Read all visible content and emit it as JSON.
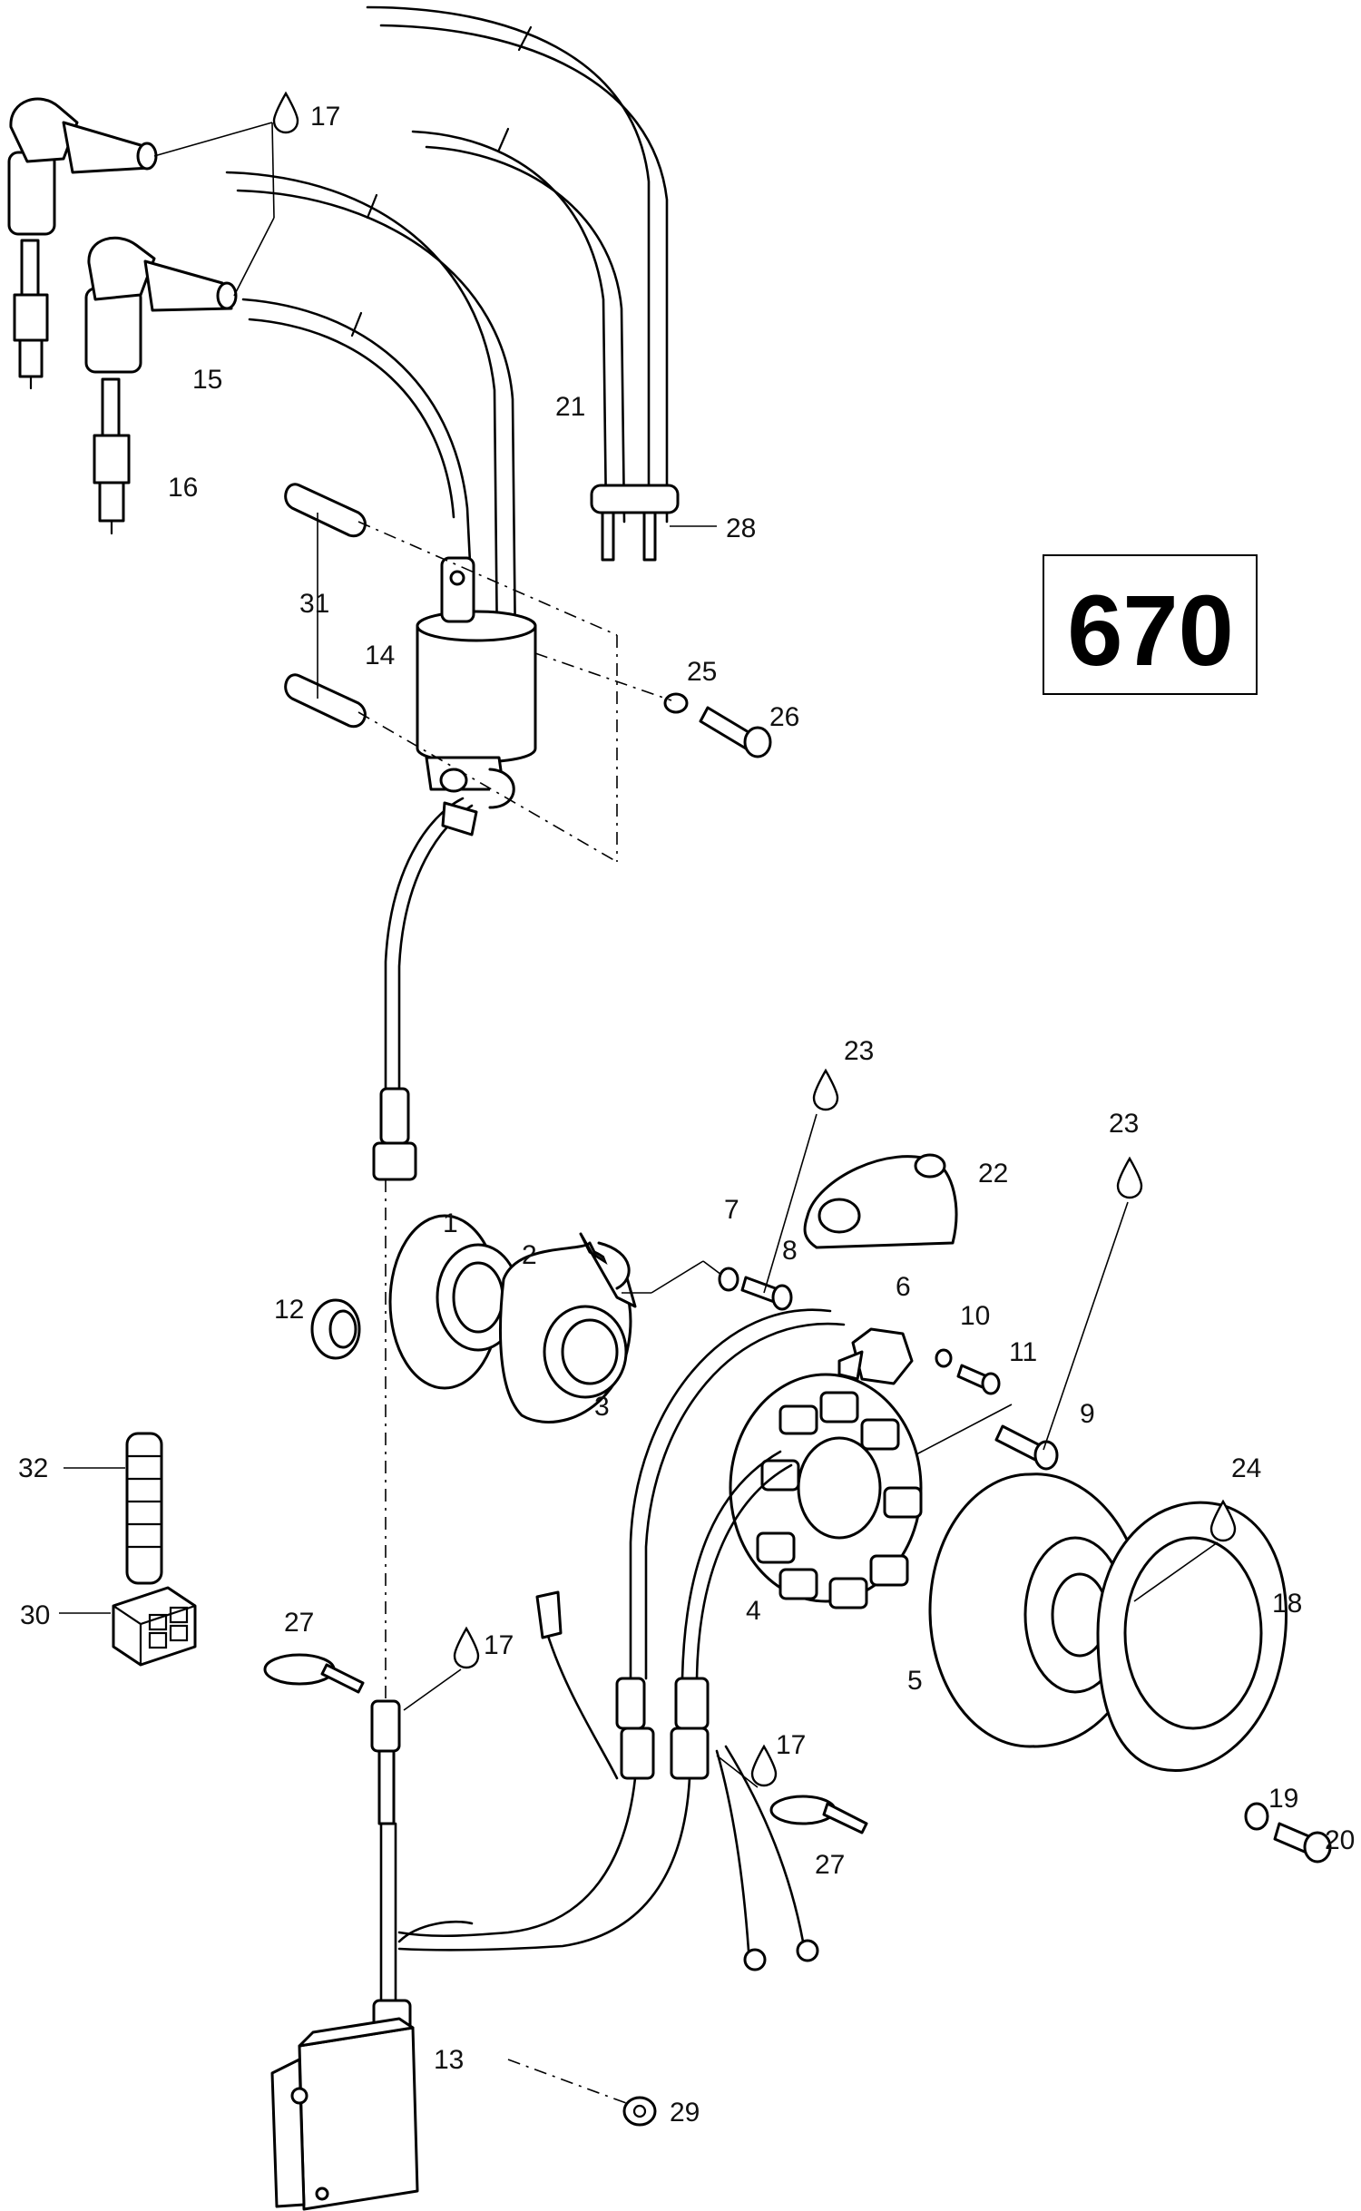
{
  "badge": {
    "label": "670"
  },
  "callouts": [
    {
      "id": "1",
      "text": "1"
    },
    {
      "id": "2",
      "text": "2"
    },
    {
      "id": "3",
      "text": "3"
    },
    {
      "id": "4",
      "text": "4"
    },
    {
      "id": "5",
      "text": "5"
    },
    {
      "id": "6",
      "text": "6"
    },
    {
      "id": "7",
      "text": "7"
    },
    {
      "id": "8",
      "text": "8"
    },
    {
      "id": "9",
      "text": "9"
    },
    {
      "id": "10",
      "text": "10"
    },
    {
      "id": "11",
      "text": "11"
    },
    {
      "id": "12",
      "text": "12"
    },
    {
      "id": "13",
      "text": "13"
    },
    {
      "id": "14",
      "text": "14"
    },
    {
      "id": "15",
      "text": "15"
    },
    {
      "id": "16",
      "text": "16"
    },
    {
      "id": "17a",
      "text": "17"
    },
    {
      "id": "17b",
      "text": "17"
    },
    {
      "id": "17c",
      "text": "17"
    },
    {
      "id": "18",
      "text": "18"
    },
    {
      "id": "19",
      "text": "19"
    },
    {
      "id": "20",
      "text": "20"
    },
    {
      "id": "21",
      "text": "21"
    },
    {
      "id": "22",
      "text": "22"
    },
    {
      "id": "23a",
      "text": "23"
    },
    {
      "id": "23b",
      "text": "23"
    },
    {
      "id": "24",
      "text": "24"
    },
    {
      "id": "25",
      "text": "25"
    },
    {
      "id": "26",
      "text": "26"
    },
    {
      "id": "27a",
      "text": "27"
    },
    {
      "id": "27b",
      "text": "27"
    },
    {
      "id": "28",
      "text": "28"
    },
    {
      "id": "29",
      "text": "29"
    },
    {
      "id": "30",
      "text": "30"
    },
    {
      "id": "31",
      "text": "31"
    },
    {
      "id": "32",
      "text": "32"
    }
  ],
  "icons": {
    "drop": "drop-icon"
  }
}
